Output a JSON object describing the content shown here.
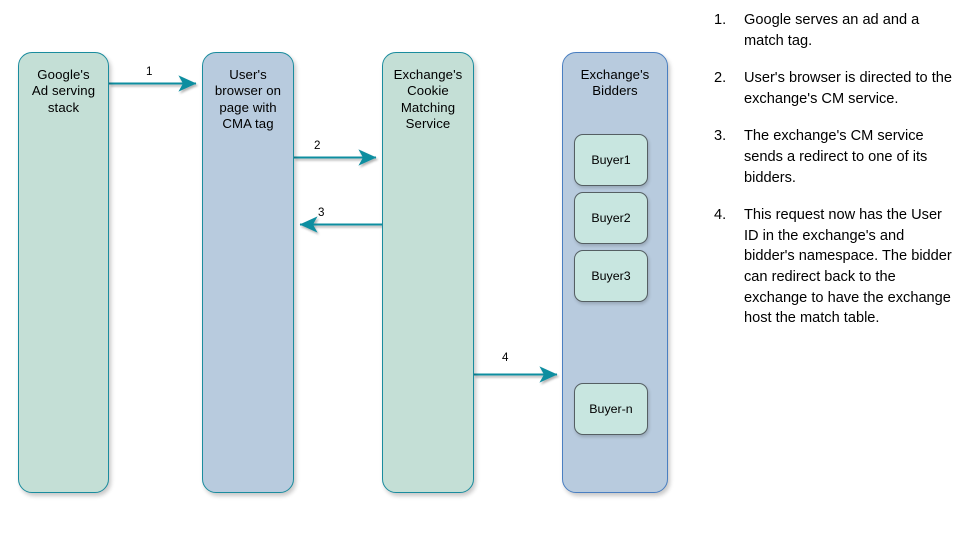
{
  "diagram": {
    "nodes": [
      {
        "id": "google",
        "label": "Google's\nAd serving\nstack",
        "color": "#c4dfd6"
      },
      {
        "id": "browser",
        "label": "User's\nbrowser on\npage with\nCMA tag",
        "color": "#b8cbde"
      },
      {
        "id": "cms",
        "label": "Exchange's\nCookie\nMatching\nService",
        "color": "#c4dfd6"
      },
      {
        "id": "bidders",
        "label": "Exchange's\nBidders",
        "color": "#b8cbde"
      }
    ],
    "node_labels": {
      "google": "Google's Ad serving stack",
      "google_line1": "Google's",
      "google_line2": "Ad serving",
      "google_line3": "stack",
      "browser_line1": "User's",
      "browser_line2": "browser on",
      "browser_line3": "page with",
      "browser_line4": "CMA tag",
      "cms_line1": "Exchange's",
      "cms_line2": "Cookie",
      "cms_line3": "Matching",
      "cms_line4": "Service",
      "bidders_line1": "Exchange's",
      "bidders_line2": "Bidders"
    },
    "buyers": [
      {
        "label": "Buyer1"
      },
      {
        "label": "Buyer2"
      },
      {
        "label": "Buyer3"
      },
      {
        "label": "Buyer-n"
      }
    ],
    "arrows": [
      {
        "label": "1",
        "from": "google",
        "to": "browser",
        "direction": "right"
      },
      {
        "label": "2",
        "from": "browser",
        "to": "cms",
        "direction": "right"
      },
      {
        "label": "3",
        "from": "cms",
        "to": "browser",
        "direction": "left"
      },
      {
        "label": "4",
        "from": "cms",
        "to": "bidders",
        "direction": "right"
      }
    ],
    "colors": {
      "green_fill": "#c4dfd6",
      "blue_fill": "#b8cbde",
      "teal_border": "#1a8c9e",
      "blue_border": "#4a7fc1",
      "buyer_fill": "#c8e6e0",
      "buyer_border": "#555f63",
      "arrow_stroke": "#0f8ea0"
    }
  },
  "steps": [
    {
      "num": "1.",
      "text": "Google serves an ad and a match tag."
    },
    {
      "num": "2.",
      "text": "User's browser is directed to the exchange's CM service."
    },
    {
      "num": "3.",
      "text": "The exchange's CM service sends a redirect to one of its bidders."
    },
    {
      "num": "4.",
      "text": "This request now has the User ID in the exchange's and bidder's namespace. The bidder can redirect back to the exchange to have the exchange host the match table."
    }
  ]
}
